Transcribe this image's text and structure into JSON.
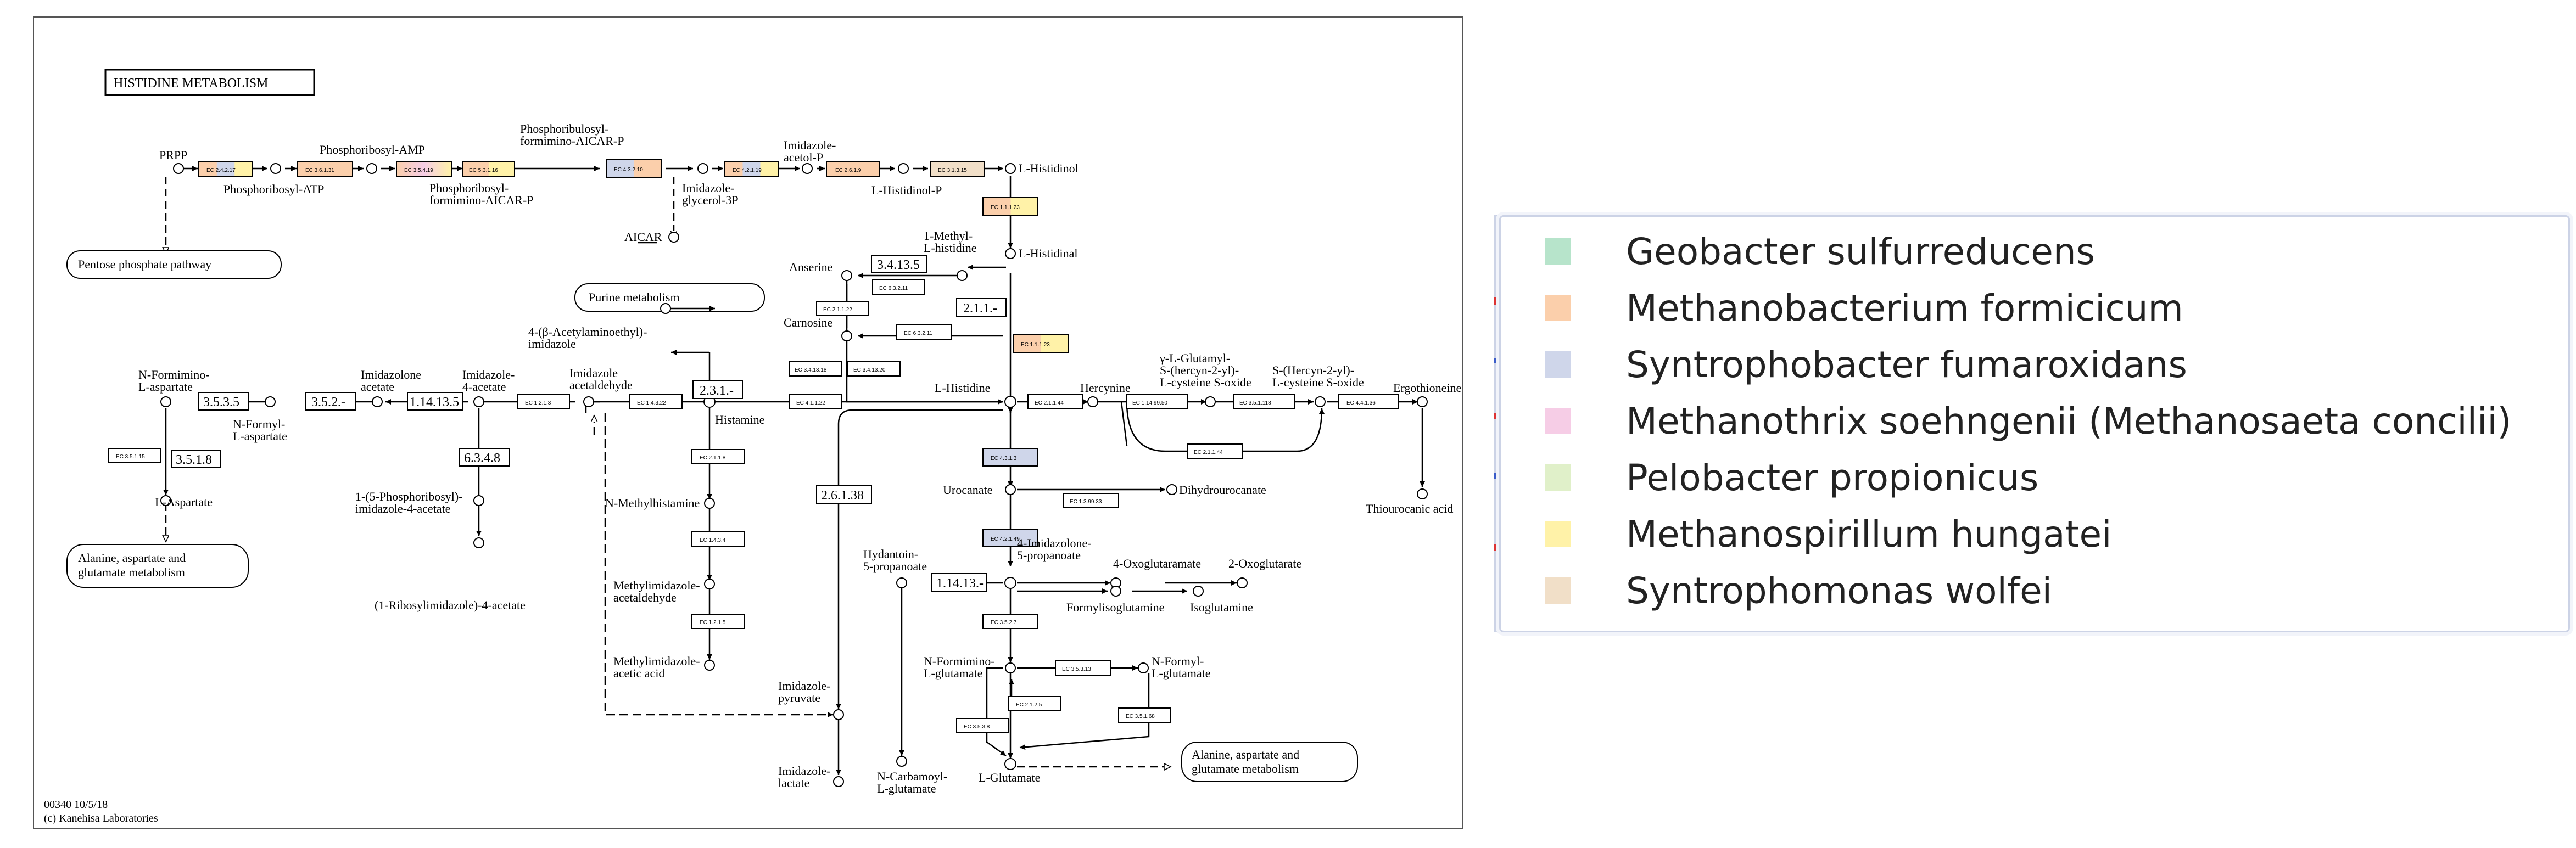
{
  "title": "HISTIDINE METABOLISM",
  "footer": {
    "map_id": "00340 10/5/18",
    "copyright": "(c) Kanehisa Laboratories"
  },
  "compounds": {
    "prpp": "PRPP",
    "phosphoribosyl_atp": "Phosphoribosyl-ATP",
    "phosphoribosyl_amp": "Phosphoribosyl-AMP",
    "formimino_1": "Phosphoribosyl-",
    "formimino_2": "formimino-AICAR-P",
    "ribulosyl_1": "Phosphoribulosyl-",
    "ribulosyl_2": "formimino-AICAR-P",
    "igp_1": "Imidazole-",
    "igp_2": "glycerol-3P",
    "iap_1": "Imidazole-",
    "iap_2": "acetol-P",
    "histidinol_p": "L-Histidinol-P",
    "histidinol": "L-Histidinol",
    "histidinal": "L-Histidinal",
    "aicar": "AICAR",
    "methyl_his_1": "1-Methyl-",
    "methyl_his_2": "L-histidine",
    "anserine": "Anserine",
    "carnosine": "Carnosine",
    "acetylaminoethyl_1": "4-(β-Acetylaminoethyl)-",
    "acetylaminoethyl_2": "imidazole",
    "histidine": "L-Histidine",
    "histamine": "Histamine",
    "hercynine": "Hercynine",
    "glutamyl_1": "γ-L-Glutamyl-",
    "glutamyl_2": "S-(hercyn-2-yl)-",
    "glutamyl_3": "L-cysteine S-oxide",
    "hercynyl_1": "S-(Hercyn-2-yl)-",
    "hercynyl_2": "L-cysteine S-oxide",
    "ergothioneine": "Ergothioneine",
    "thiourocanic": "Thiourocanic acid",
    "urocanate": "Urocanate",
    "dihydrourocanate": "Dihydrourocanate",
    "imidazolone_prop_1": "4-Imidazolone-",
    "imidazolone_prop_2": "5-propanoate",
    "oxoglutaramate": "4-Oxoglutaramate",
    "oxoglutarate": "2-Oxoglutarate",
    "formylisoglutamine": "Formylisoglutamine",
    "isoglutamine": "Isoglutamine",
    "hydantoin_1": "Hydantoin-",
    "hydantoin_2": "5-propanoate",
    "forminoglu_1": "N-Formimino-",
    "forminoglu_2": "L-glutamate",
    "formylglu_1": "N-Formyl-",
    "formylglu_2": "L-glutamate",
    "carbamoylglu_1": "N-Carbamoyl-",
    "carbamoylglu_2": "L-glutamate",
    "glutamate": "L-Glutamate",
    "imid_pyruvate_1": "Imidazole-",
    "imid_pyruvate_2": "pyruvate",
    "imid_lactate_1": "Imidazole-",
    "imid_lactate_2": "lactate",
    "imid_acetaldehyde_1": "Imidazole",
    "imid_acetaldehyde_2": "acetaldehyde",
    "imid_4acetate_1": "Imidazole-",
    "imid_4acetate_2": "4-acetate",
    "imidazolone_acetate_1": "Imidazolone",
    "imidazolone_acetate_2": "acetate",
    "formimino_asp_1": "N-Formimino-",
    "formimino_asp_2": "L-aspartate",
    "formyl_asp_1": "N-Formyl-",
    "formyl_asp_2": "L-aspartate",
    "aspartate": "L-Aspartate",
    "ribosyl_phos_1": "1-(5-Phosphoribosyl)-",
    "ribosyl_phos_2": "imidazole-4-acetate",
    "ribosyl_imid": "(1-Ribosylimidazole)-4-acetate",
    "n_methylhistamine": "N-Methylhistamine",
    "methylimid_ald_1": "Methylimidazole-",
    "methylimid_ald_2": "acetaldehyde",
    "methylimid_acid_1": "Methylimidazole-",
    "methylimid_acid_2": "acetic acid"
  },
  "pathways": {
    "pentose": "Pentose phosphate pathway",
    "purine": "Purine metabolism",
    "ala_asp_left_1": "Alanine, aspartate and",
    "ala_asp_left_2": "glutamate metabolism",
    "ala_asp_right_1": "Alanine, aspartate and",
    "ala_asp_right_2": "glutamate metabolism"
  },
  "enzymes": {
    "e_2_4_2_17": "EC 2.4.2.17",
    "e_3_6_1_31": "EC 3.6.1.31",
    "e_3_5_4_19": "EC 3.5.4.19",
    "e_5_3_1_16": "EC 5.3.1.16",
    "e_4_3_2_10": "EC 4.3.2.10",
    "e_4_2_1_19": "EC 4.2.1.19",
    "e_2_6_1_9": "EC 2.6.1.9",
    "e_3_1_3_15": "EC 3.1.3.15",
    "e_1_1_1_23a": "EC 1.1.1.23",
    "e_1_1_1_23b": "EC 1.1.1.23",
    "n_3_4_13_5": "3.4.13.5",
    "e_6_3_2_11a": "EC 6.3.2.11",
    "e_2_1_1_22": "EC 2.1.1.22",
    "e_6_3_2_11b": "EC 6.3.2.11",
    "n_2_1_1": "2.1.1.-",
    "e_3_4_13_18": "EC 3.4.13.18",
    "e_3_4_13_20": "EC 3.4.13.20",
    "n_2_3_1": "2.3.1.-",
    "e_4_1_1_22": "EC 4.1.1.22",
    "e_2_6_1_38": "2.6.1.38",
    "e_2_1_1_8": "EC 2.1.1.8",
    "e_1_4_3_4": "EC 1.4.3.4",
    "e_1_2_1_5": "EC 1.2.1.5",
    "e_1_4_3_22": "EC 1.4.3.22",
    "e_1_2_1_3": "EC 1.2.1.3",
    "n_1_14_13_5": "1.14.13.5",
    "n_6_3_4_8": "6.3.4.8",
    "n_3_5_2": "3.5.2.-",
    "n_3_5_3_5": "3.5.3.5",
    "n_3_5_1_8": "3.5.1.8",
    "e_3_5_1_15": "EC 3.5.1.15",
    "e_4_3_1_3": "EC 4.3.1.3",
    "e_1_3_99_33": "EC 1.3.99.33",
    "e_4_2_1_49": "EC 4.2.1.49",
    "e_2_1_1_44": "EC 2.1.1.44",
    "e_1_14_99_50": "EC 1.14.99.50",
    "e_3_5_1_118": "EC 3.5.1.118",
    "e_4_4_1_36": "EC 4.4.1.36",
    "e_2_1_1_44b": "EC 2.1.1.44",
    "n_11_4_13": "1.14.13.-",
    "e_3_5_2_7": "EC 3.5.2.7",
    "e_3_5_3_13": "EC 3.5.3.13",
    "e_2_1_2_5": "EC 2.1.2.5",
    "e_3_5_3_8": "EC 3.5.3.8",
    "e_3_5_1_68": "EC 3.5.1.68"
  },
  "legend": {
    "items": [
      {
        "label": "Geobacter sulfurreducens",
        "color": "#b7e4cb"
      },
      {
        "label": "Methanobacterium formicicum",
        "color": "#fbcfab"
      },
      {
        "label": "Syntrophobacter fumaroxidans",
        "color": "#cfd6ea"
      },
      {
        "label": "Methanothrix soehngenii (Methanosaeta concilii)",
        "color": "#f6cde6"
      },
      {
        "label": "Pelobacter propionicus",
        "color": "#e0f0c9"
      },
      {
        "label": "Methanospirillum hungatei",
        "color": "#fff2a8"
      },
      {
        "label": "Syntrophomonas wolfei",
        "color": "#f1dfc8"
      }
    ]
  }
}
